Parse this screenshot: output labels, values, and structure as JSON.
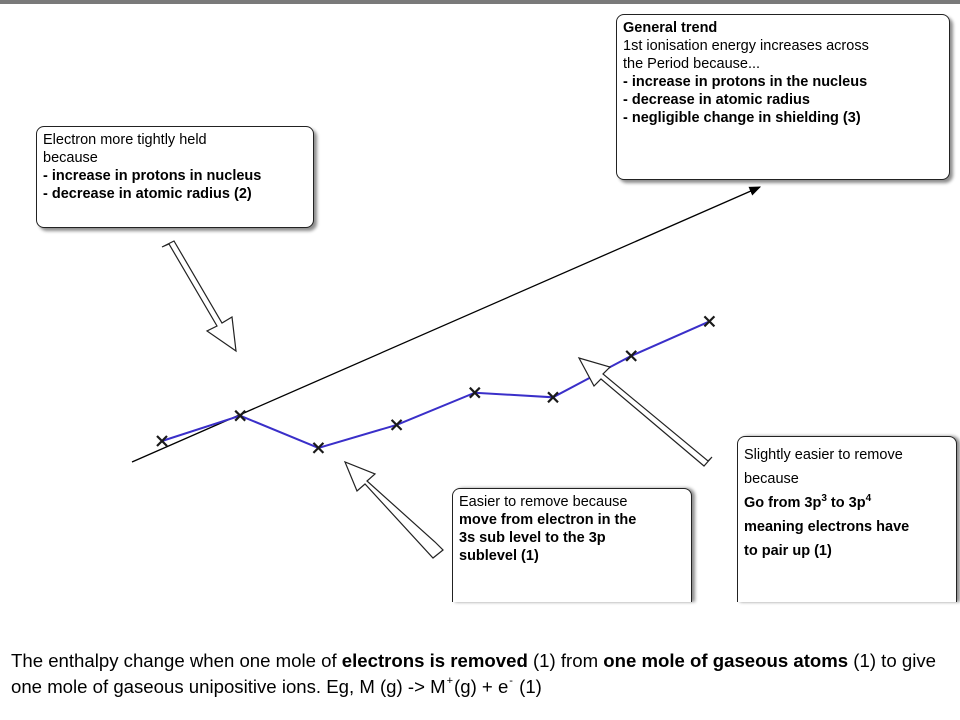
{
  "notes": {
    "general_trend": {
      "title": "General trend",
      "line1": "1st ionisation energy increases across",
      "line2": "the Period because...",
      "point1": "- increase in protons in the nucleus",
      "point2": "- decrease in atomic radius",
      "point3": "- negligible change in shielding (3)"
    },
    "tightly_held": {
      "line1": "Electron more tightly held",
      "line2": "because",
      "point1": "- increase in protons in nucleus",
      "point2": "- decrease in atomic radius (2)"
    },
    "easier_remove": {
      "line1": "Easier to remove because",
      "bold1": "move from electron in the",
      "bold2": "3s sub level to the 3p",
      "bold3": "sublevel (1)"
    },
    "slightly_easier": {
      "line1": "Slightly easier to remove",
      "line2": "because",
      "go_from": "Go from 3p",
      "sup_a": "3",
      "to": " to 3p",
      "sup_b": "4",
      "bold2": "meaning electrons have",
      "bold3": "to pair up (1)"
    }
  },
  "definition": {
    "t1": "The enthalpy change when one mole of ",
    "b1": "electrons is removed",
    "t2": " (1) from ",
    "b2": "one mole of gaseous atoms",
    "t3": " (1) to give one mole of gaseous unipositive ions. Eg, M (g) -> M",
    "sup_plus": "+",
    "t4": "(g) + e",
    "sup_minus": "-",
    "t5": " (1)"
  },
  "chart_data": {
    "type": "line",
    "series": [
      {
        "values": [
          1,
          2.1,
          0.7,
          1.7,
          3.1,
          2.9,
          4.7,
          6.2
        ]
      }
    ],
    "trend_line": true,
    "colors": {
      "line": "#3a2fc9",
      "marker": "#1a1a1a",
      "trend": "#000000"
    }
  }
}
